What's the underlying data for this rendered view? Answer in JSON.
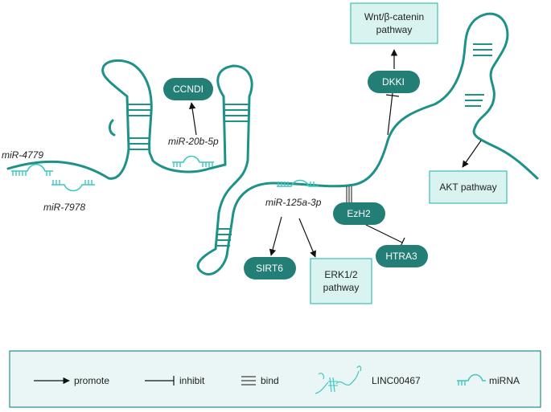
{
  "colors": {
    "rna": "#1e9188",
    "mirna": "#3cc7c0",
    "pill": "#237f76",
    "box_fill": "#d9f3f0",
    "box_border": "#3cbfb3",
    "legend_fill": "#eaf6f5"
  },
  "mirnas": {
    "m4779": "miR-4779",
    "m7978": "miR-7978",
    "m20b": "miR-20b-5p",
    "m125a": "miR-125a-3p"
  },
  "pills": {
    "ccndi": "CCNDI",
    "dkki": "DKKI",
    "ezh2": "EzH2",
    "htra3": "HTRA3",
    "sirt6": "SIRT6"
  },
  "boxes": {
    "wnt_line1": "Wnt/β-catenin",
    "wnt_line2": "pathway",
    "akt": "AKT pathway",
    "erk_line1": "ERK1/2",
    "erk_line2": "pathway"
  },
  "legend": {
    "promote": "promote",
    "inhibit": "inhibit",
    "bind": "bind",
    "linc": "LINC00467",
    "mirna": "miRNA"
  }
}
